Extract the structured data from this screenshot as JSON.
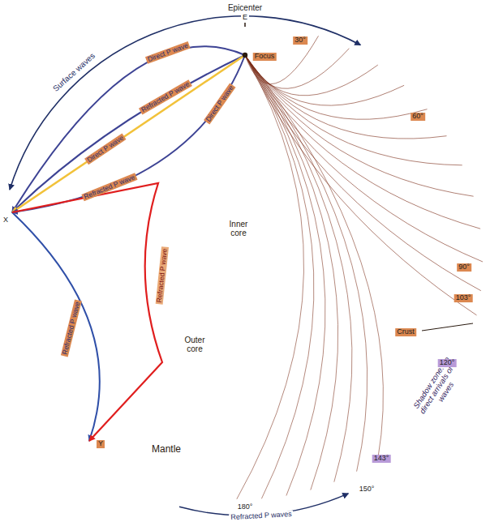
{
  "diagram": {
    "nodes": [
      {
        "text": [
          "Mantle"
        ]
      },
      {
        "text": [
          "Outer core"
        ],
        "in": 0
      },
      {
        "text": [
          "Inner core"
        ],
        "in": 1
      },
      {
        "text": [
          "Shadow zone: no direct arrivals of P waves"
        ]
      }
    ],
    "labels": [
      "Epicenter",
      "E",
      "Focus",
      "Surface waves",
      "Direct P wave",
      "Refracted P wave",
      "Direct P wave",
      "Direct P wave",
      "Refracted P wave",
      "X",
      "Y",
      "Refracted P wave",
      "Refracted P wave",
      "30°",
      "60°",
      "90°",
      "103°",
      "120°",
      "143°",
      "150°",
      "180°",
      "Crust",
      "Refracted P waves"
    ]
  }
}
